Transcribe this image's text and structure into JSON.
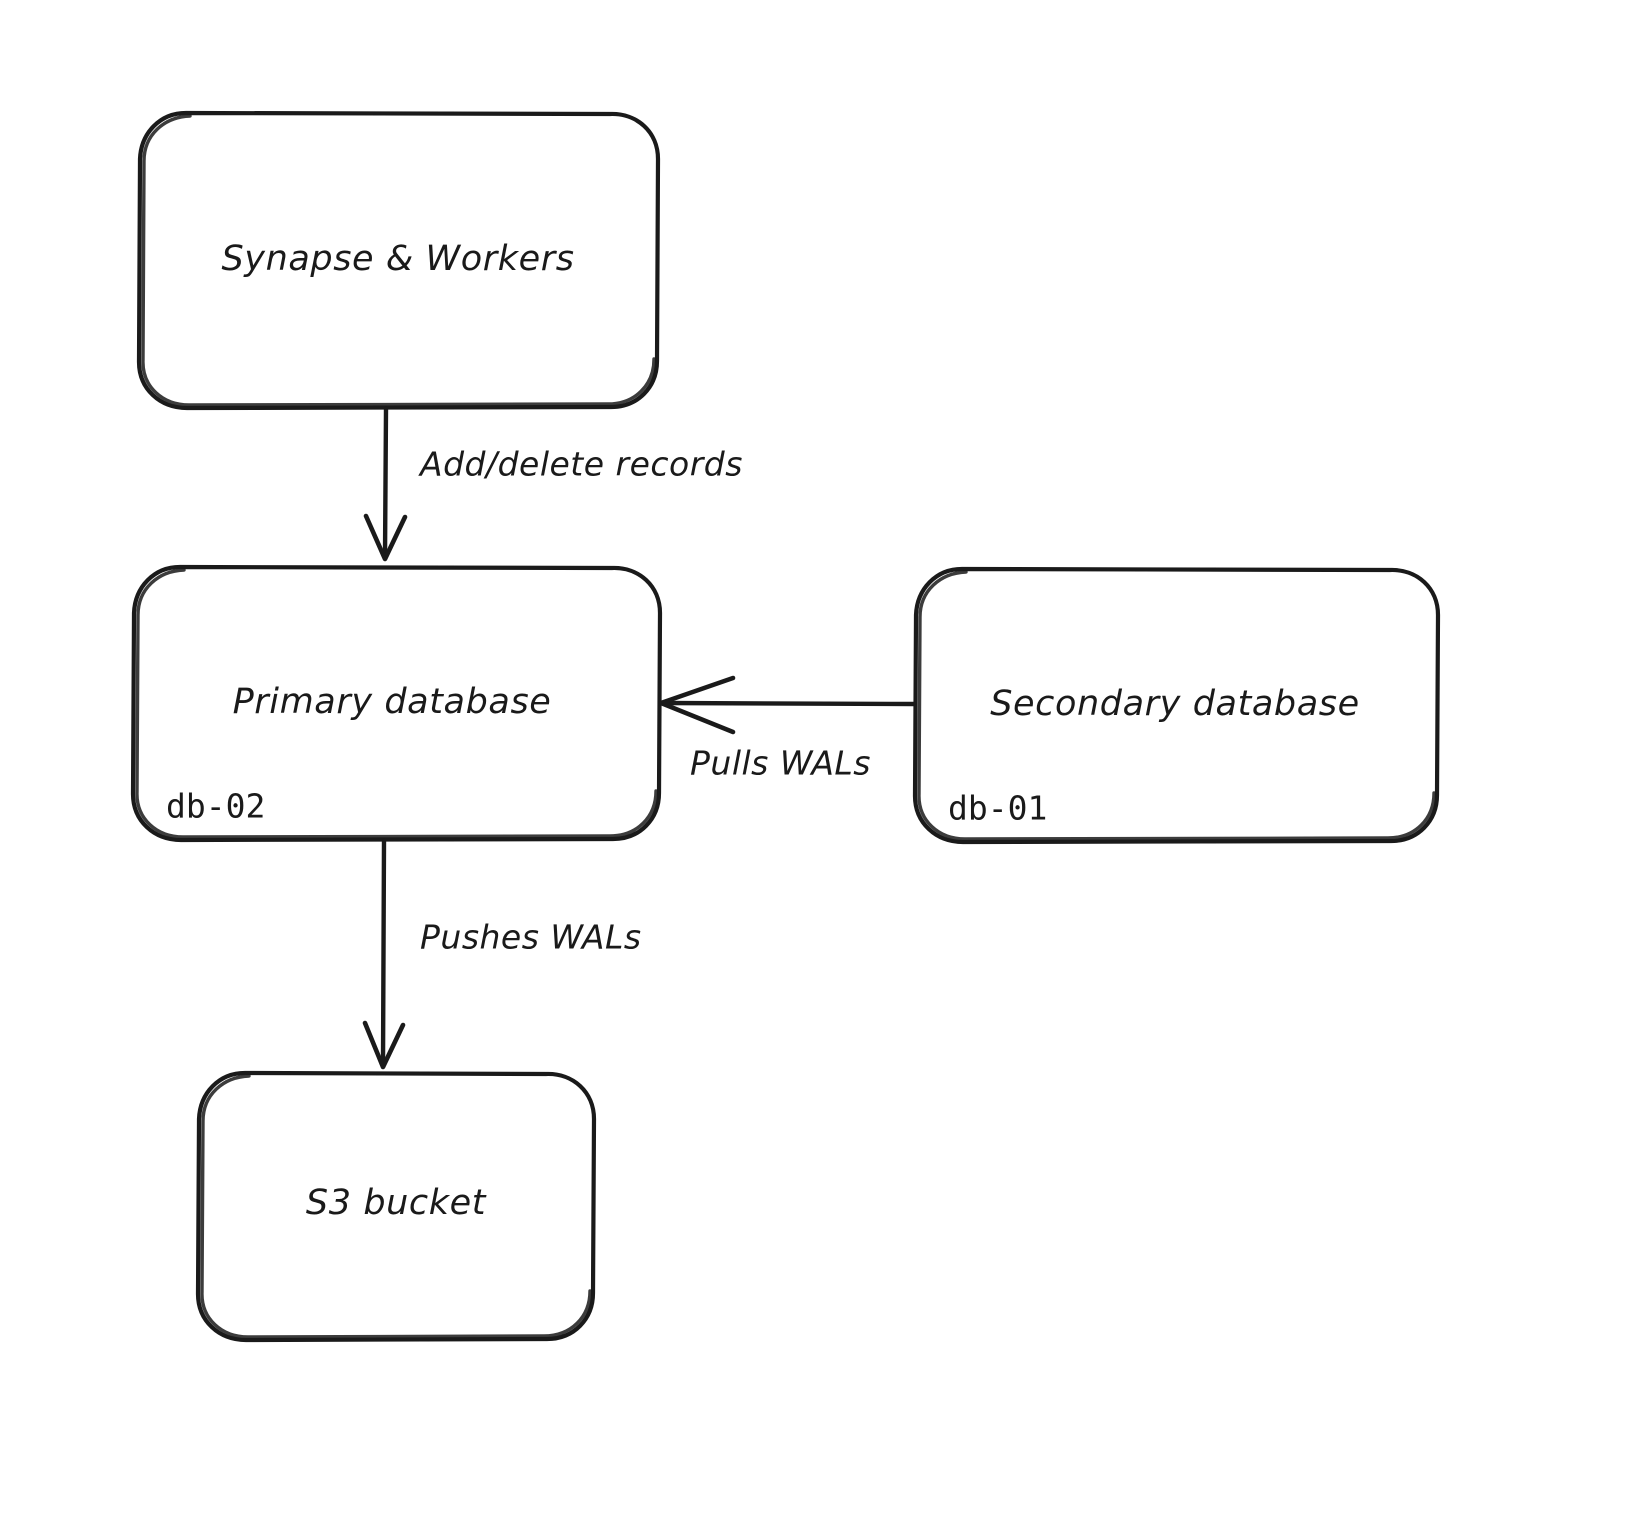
{
  "diagram": {
    "type": "flowchart",
    "style": "hand-drawn-sketch",
    "background_color": "#ffffff",
    "stroke_color": "#1a1a1a",
    "nodes": [
      {
        "id": "synapse",
        "title": "Synapse & Workers",
        "subtitle": "",
        "shape": "rounded-rectangle"
      },
      {
        "id": "primary",
        "title": "Primary database",
        "subtitle": "db-02",
        "shape": "rounded-rectangle"
      },
      {
        "id": "secondary",
        "title": "Secondary database",
        "subtitle": "db-01",
        "shape": "rounded-rectangle"
      },
      {
        "id": "s3",
        "title": "S3 bucket",
        "subtitle": "",
        "shape": "rounded-rectangle"
      }
    ],
    "edges": [
      {
        "id": "synapse-to-primary",
        "from": "synapse",
        "to": "primary",
        "label": "Add/delete records",
        "direction": "down"
      },
      {
        "id": "secondary-to-primary",
        "from": "secondary",
        "to": "primary",
        "label": "Pulls WALs",
        "direction": "left"
      },
      {
        "id": "primary-to-s3",
        "from": "primary",
        "to": "s3",
        "label": "Pushes WALs",
        "direction": "down"
      }
    ]
  }
}
